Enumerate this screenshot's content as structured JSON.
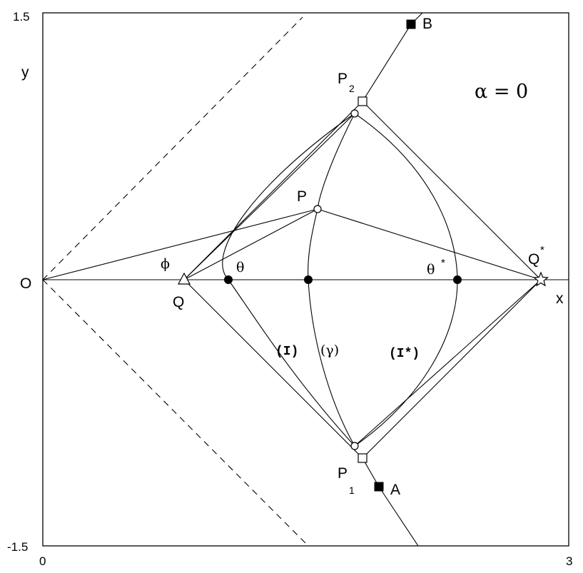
{
  "axes": {
    "x_ticks": [
      "0",
      "3"
    ],
    "y_ticks": [
      "1.5",
      "-1.5"
    ],
    "x_label": "x",
    "y_label": "y"
  },
  "annotation": {
    "alpha": "α = 0"
  },
  "points": {
    "O": "O",
    "Q": "Q",
    "Q_star": "Q",
    "Q_star_sup": "*",
    "P": "P",
    "P1": "P",
    "P1_sub": "1",
    "P2": "P",
    "P2_sub": "2",
    "A": "A",
    "B": "B"
  },
  "angles": {
    "phi": "ϕ",
    "theta": "θ",
    "theta_star": "θ",
    "theta_star_sup": "*"
  },
  "curves": {
    "I": "(I)",
    "gamma": "(γ)",
    "I_star": "(I*)"
  }
}
